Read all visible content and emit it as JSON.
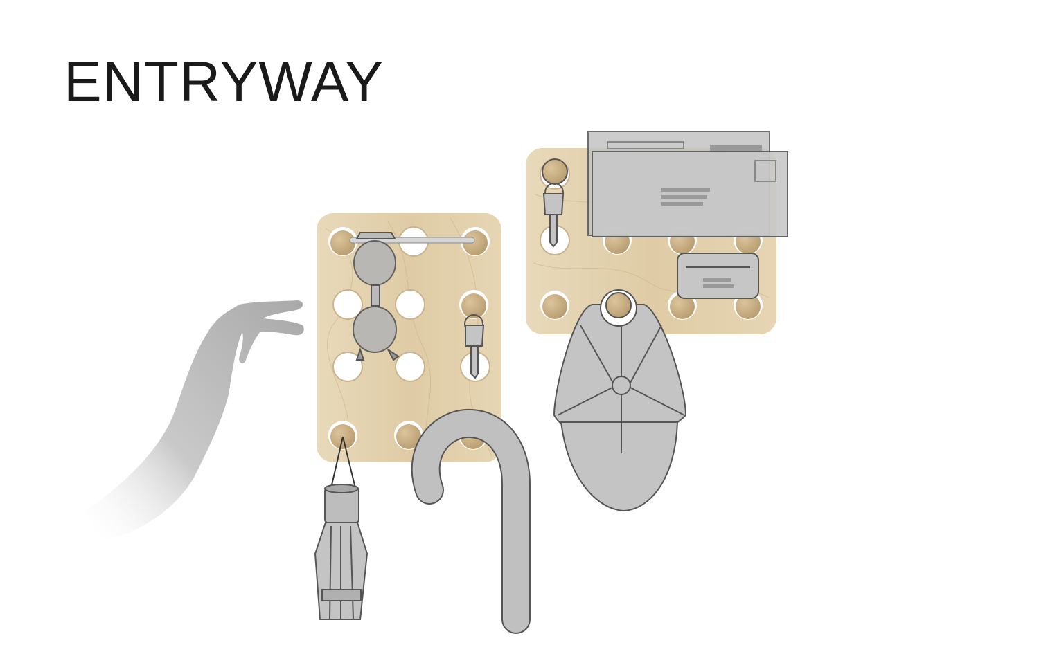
{
  "page": {
    "title": "ENTRYWAY"
  },
  "illustration": {
    "objects": [
      "left-pegboard",
      "right-pegboard",
      "hand",
      "sunglasses",
      "key",
      "key",
      "umbrella",
      "cane",
      "baseball-cap",
      "envelope",
      "card"
    ]
  },
  "colors": {
    "wood": "#e3d2b0",
    "peg": "#cdb48a",
    "item_gray": "#bcbcbc",
    "outline": "#555555",
    "text": "#1a1a1a"
  }
}
